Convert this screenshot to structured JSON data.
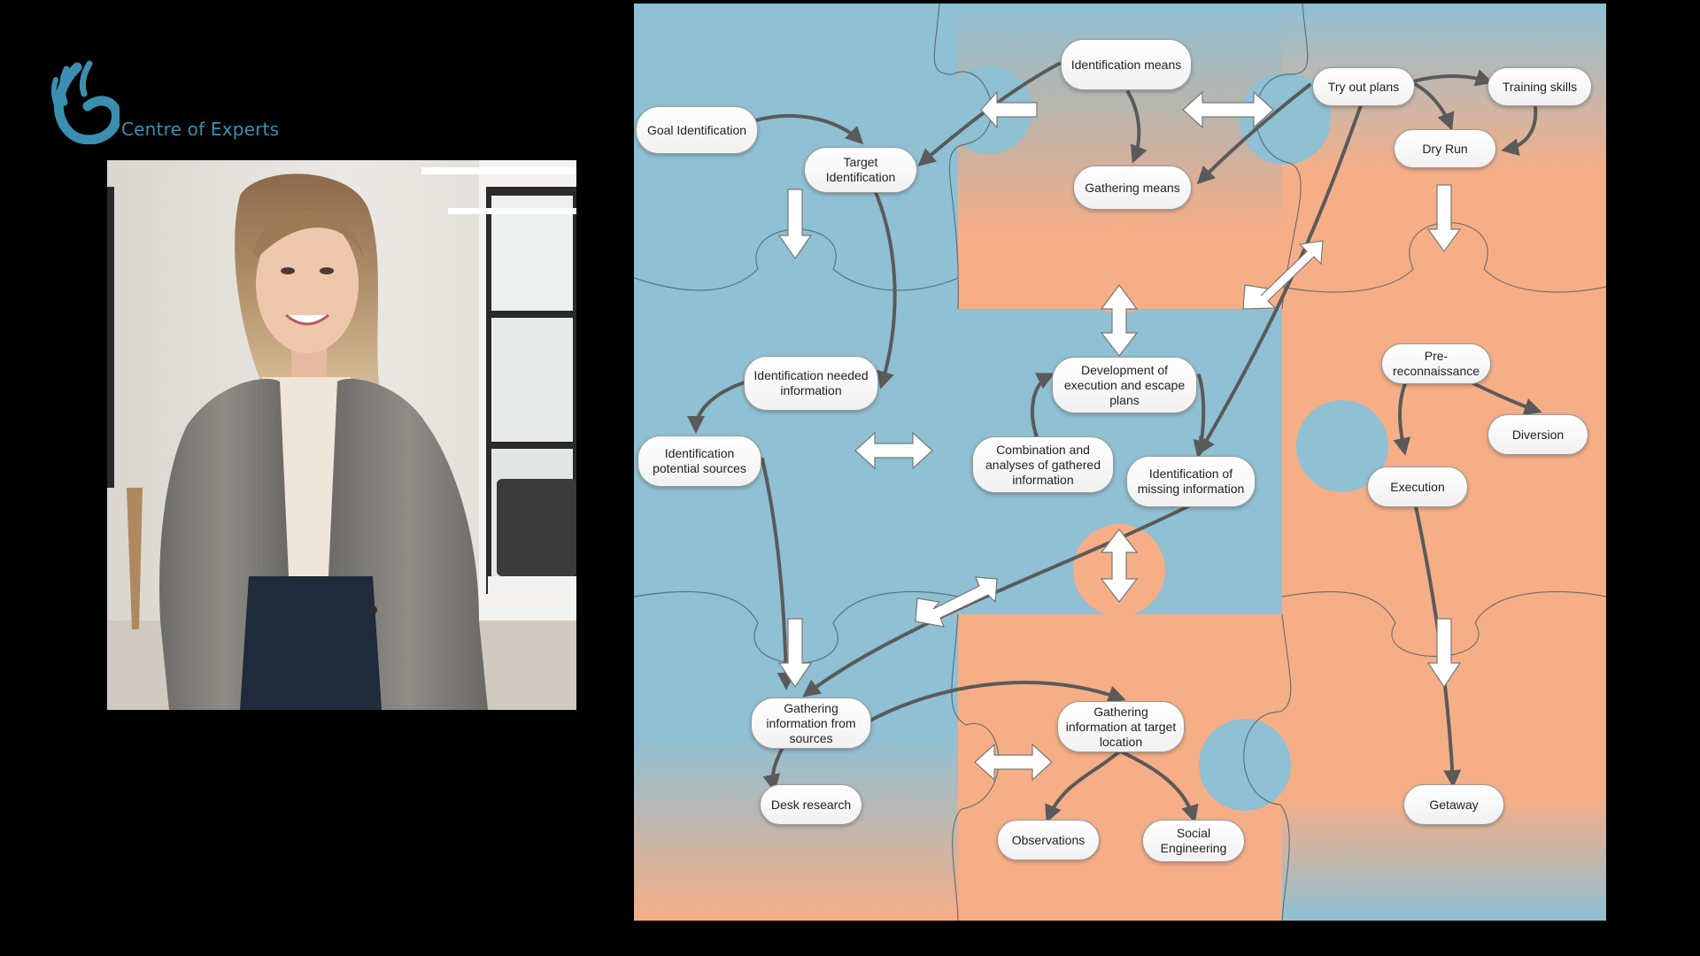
{
  "logo": {
    "icon": "hand-okay-icon",
    "text": "Centre of Experts",
    "color": "#3a8fb0"
  },
  "photo": {
    "subject": "woman-portrait"
  },
  "diagram": {
    "colors": {
      "blue": "#8fc0d3",
      "orange": "#f6ae87",
      "node_fill": "#ffffff",
      "connector": "#5a5a5a"
    },
    "nodes": [
      {
        "id": "identification_means",
        "label": "Identification means"
      },
      {
        "id": "try_out_plans",
        "label": "Try out plans"
      },
      {
        "id": "training_skills",
        "label": "Training skills"
      },
      {
        "id": "goal_identification",
        "label": "Goal Identification"
      },
      {
        "id": "target_identification",
        "label": "Target\nIdentification"
      },
      {
        "id": "dry_run",
        "label": "Dry Run"
      },
      {
        "id": "gathering_means",
        "label": "Gathering means"
      },
      {
        "id": "development_plans",
        "label": "Development of\nexecution and escape\nplans"
      },
      {
        "id": "pre_recon",
        "label": "Pre-\nreconnaissance"
      },
      {
        "id": "identification_needed",
        "label": "Identification needed\ninformation"
      },
      {
        "id": "diversion",
        "label": "Diversion"
      },
      {
        "id": "identification_sources",
        "label": "Identification\npotential sources"
      },
      {
        "id": "combination_analyses",
        "label": "Combination and\nanalyses of gathered\ninformation"
      },
      {
        "id": "identification_missing",
        "label": "Identification of\nmissing information"
      },
      {
        "id": "execution",
        "label": "Execution"
      },
      {
        "id": "gathering_sources",
        "label": "Gathering\ninformation from\nsources"
      },
      {
        "id": "gathering_target",
        "label": "Gathering\ninformation at target\nlocation"
      },
      {
        "id": "desk_research",
        "label": "Desk research"
      },
      {
        "id": "getaway",
        "label": "Getaway"
      },
      {
        "id": "observations",
        "label": "Observations"
      },
      {
        "id": "social_engineering",
        "label": "Social\nEngineering"
      }
    ]
  }
}
